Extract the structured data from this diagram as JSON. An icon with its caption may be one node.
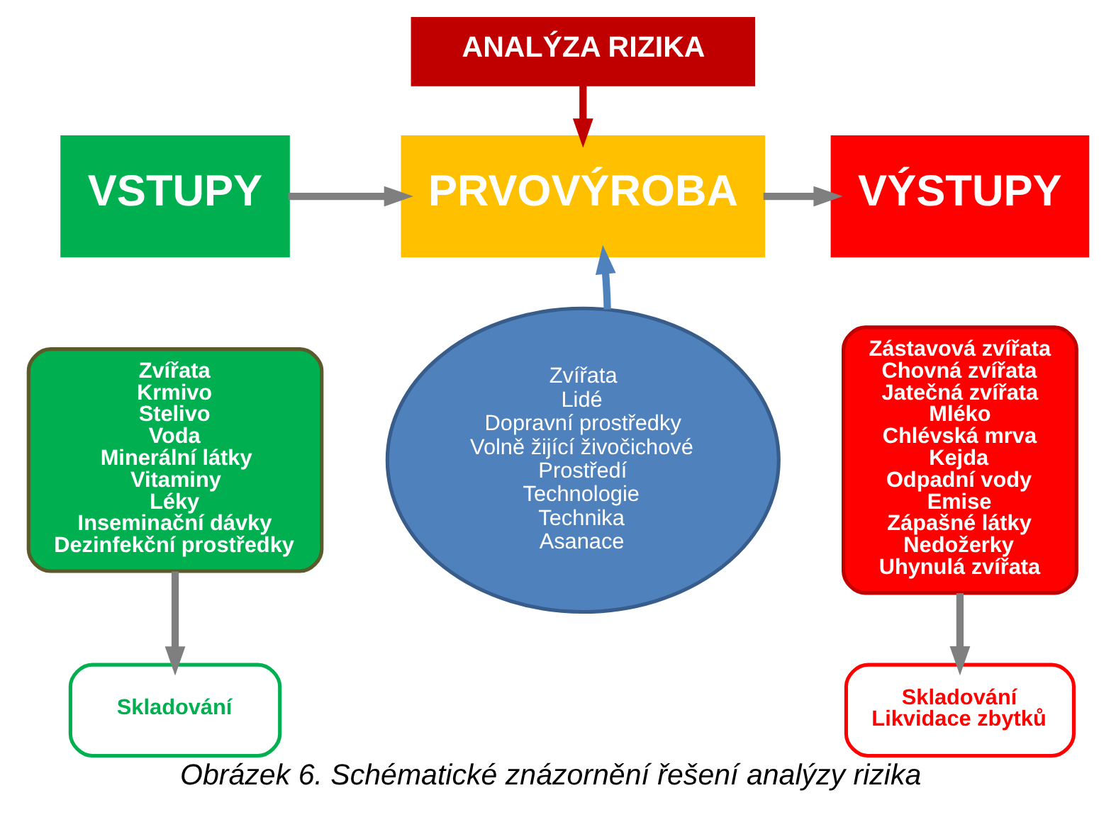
{
  "diagram": {
    "caption": "Obrázek 6. Schématické znázornění řešení analýzy rizika",
    "nodes": [
      {
        "text": [
          "ANALÝZA RIZIKA"
        ]
      },
      {
        "text": [
          "VSTUPY"
        ]
      },
      {
        "text": [
          "PRVOVÝROBA"
        ]
      },
      {
        "text": [
          "VÝSTUPY"
        ]
      },
      {
        "text": [
          "Zvířata",
          "Krmivo",
          "Stelivo",
          "Voda",
          "Minerální látky",
          "Vitaminy",
          "Léky",
          "Inseminační dávky",
          "Dezinfekční prostředky"
        ]
      },
      {
        "text": [
          "Zvířata",
          "Lidé",
          "Dopravní prostředky",
          "Volně žijící živočichové",
          "Prostředí",
          "Technologie",
          "Technika",
          "Asanace"
        ]
      },
      {
        "text": [
          "Skladování"
        ]
      },
      {
        "text": [
          "Zástavová zvířata",
          "Chovná zvířata",
          "Jatečná zvířata",
          "Mléko",
          "Chlévská mrva",
          "Kejda",
          "Odpadní vody",
          "Emise",
          "Zápašné látky",
          "Nedožerky",
          "Uhynulá zvířata"
        ]
      },
      {
        "text": [
          "Skladování",
          "Likvidace zbytků"
        ]
      }
    ],
    "edges": [
      {
        "from": 0,
        "to": 2,
        "arrow": "to",
        "color": "#c00000"
      },
      {
        "from": 1,
        "to": 2,
        "arrow": "to"
      },
      {
        "from": 2,
        "to": 3,
        "arrow": "to"
      },
      {
        "from": 5,
        "to": 2,
        "arrow": "to",
        "color": "#4f81bd"
      },
      {
        "from": 4,
        "to": 6,
        "arrow": "to"
      },
      {
        "from": 7,
        "to": 8,
        "arrow": "to"
      }
    ]
  }
}
